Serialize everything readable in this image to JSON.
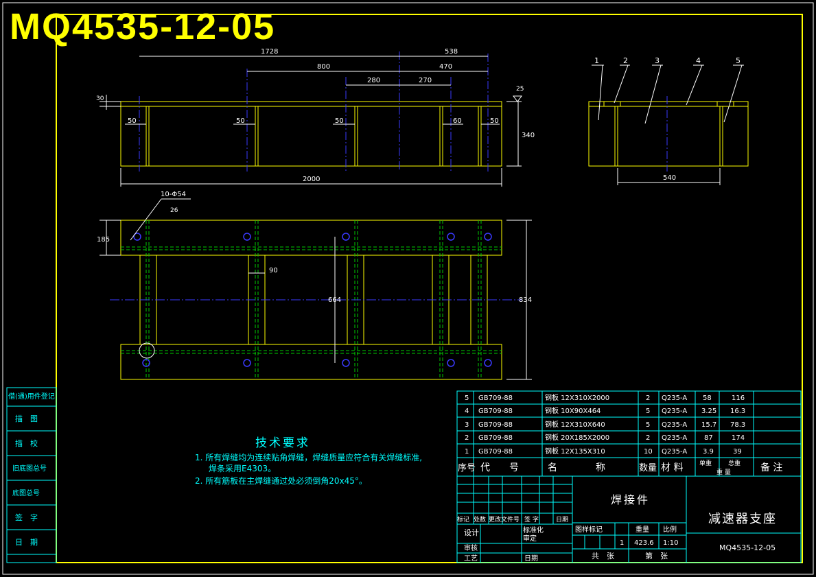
{
  "drawing_number_title": "MQ4535-12-05",
  "colors": {
    "background": "#000000",
    "frame": "#ffff00",
    "dimension": "#00ffff",
    "centerline": "#3a3aff",
    "hidden_weld": "#00cc00",
    "text": "#ffffff"
  },
  "dims": {
    "d1728": "1728",
    "d538": "538",
    "d800": "800",
    "d470": "470",
    "d280": "280",
    "d270": "270",
    "d30": "30",
    "d25": "25",
    "d50a": "50",
    "d50b": "50",
    "d50c": "50",
    "d60": "60",
    "d50d": "50",
    "d340": "340",
    "d2000": "2000",
    "d540": "540",
    "holes": "10-Φ54",
    "d26": "26",
    "d185": "185",
    "d90": "90",
    "d664": "664",
    "d834": "834"
  },
  "side_view_balloons": [
    "1",
    "2",
    "3",
    "4",
    "5"
  ],
  "tech": {
    "title": "技术要求",
    "line1": "1. 所有焊缝均为连续贴角焊缝，焊缝质量应符合有关焊缝标准,",
    "line2": "焊条采用E4303。",
    "line3": "2. 所有筋板在主焊缝通过处必须倒角20x45°。"
  },
  "left_strip": [
    "借(通)用件登记",
    "描　图",
    "描　校",
    "旧底图总号",
    "底图总号",
    "签　字",
    "日　期"
  ],
  "bom_rows": [
    {
      "no": "5",
      "code": "GB709-88",
      "name": "钢板 12X310X2000",
      "qty": "2",
      "mat": "Q235-A",
      "unit": "58",
      "total": "116"
    },
    {
      "no": "4",
      "code": "GB709-88",
      "name": "钢板 10X90X464",
      "qty": "5",
      "mat": "Q235-A",
      "unit": "3.25",
      "total": "16.3"
    },
    {
      "no": "3",
      "code": "GB709-88",
      "name": "钢板 12X310X640",
      "qty": "5",
      "mat": "Q235-A",
      "unit": "15.7",
      "total": "78.3"
    },
    {
      "no": "2",
      "code": "GB709-88",
      "name": "钢板 20X185X2000",
      "qty": "2",
      "mat": "Q235-A",
      "unit": "87",
      "total": "174"
    },
    {
      "no": "1",
      "code": "GB709-88",
      "name": "钢板 12X135X310",
      "qty": "10",
      "mat": "Q235-A",
      "unit": "3.9",
      "total": "39"
    }
  ],
  "bom_header": {
    "no": "序号",
    "code": "代　　号",
    "name": "名　　　　称",
    "qty": "数量",
    "mat": "材 料",
    "unit": "单重",
    "total": "总重",
    "weight": "重 量",
    "remark": "备 注"
  },
  "title_block": {
    "category": "焊接件",
    "part_name": "减速器支座",
    "drawing_no": "MQ4535-12-05",
    "rev_headers": [
      "标记",
      "处数",
      "更改文件号",
      "签 字",
      "日期"
    ],
    "design": "设计",
    "standard": "标准化",
    "check": "审核",
    "approve": "审定",
    "process": "工艺",
    "date": "日期",
    "stage": "图样标记",
    "weight": "重量",
    "scale": "比例",
    "weight_val": "423.6",
    "scale_val": "1:10",
    "qty_val": "1",
    "total_sheets": "共　张",
    "sheet_no": "第　张"
  }
}
